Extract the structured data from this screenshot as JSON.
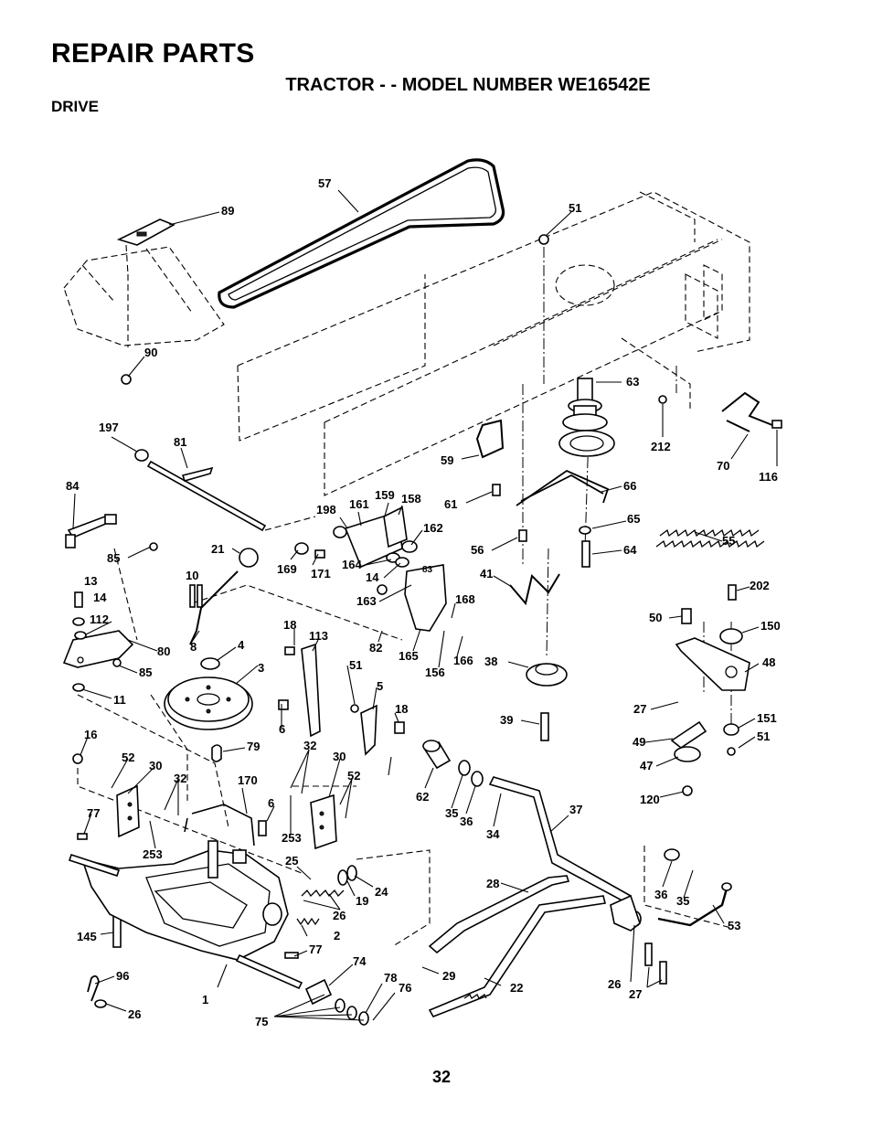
{
  "header": {
    "title": "REPAIR PARTS",
    "subtitle": "TRACTOR - - MODEL NUMBER WE16542E",
    "section": "DRIVE"
  },
  "page_number": "32",
  "callouts": [
    "57",
    "89",
    "51",
    "90",
    "63",
    "212",
    "70",
    "116",
    "197",
    "81",
    "59",
    "66",
    "84",
    "61",
    "198",
    "161",
    "159",
    "158",
    "65",
    "55",
    "162",
    "56",
    "64",
    "85",
    "21",
    "169",
    "171",
    "164",
    "14",
    "83",
    "13",
    "10",
    "163",
    "41",
    "202",
    "14",
    "168",
    "50",
    "150",
    "112",
    "80",
    "8",
    "4",
    "82",
    "165",
    "166",
    "48",
    "85",
    "18",
    "113",
    "156",
    "38",
    "3",
    "11",
    "51",
    "5",
    "27",
    "18",
    "151",
    "39",
    "51",
    "16",
    "6",
    "79",
    "49",
    "52",
    "30",
    "32",
    "30",
    "47",
    "32",
    "170",
    "52",
    "6",
    "62",
    "120",
    "37",
    "77",
    "35",
    "36",
    "34",
    "253",
    "253",
    "25",
    "36",
    "35",
    "28",
    "24",
    "19",
    "26",
    "53",
    "145",
    "2",
    "77",
    "74",
    "96",
    "29",
    "26",
    "22",
    "1",
    "78",
    "76",
    "27",
    "26",
    "75"
  ]
}
